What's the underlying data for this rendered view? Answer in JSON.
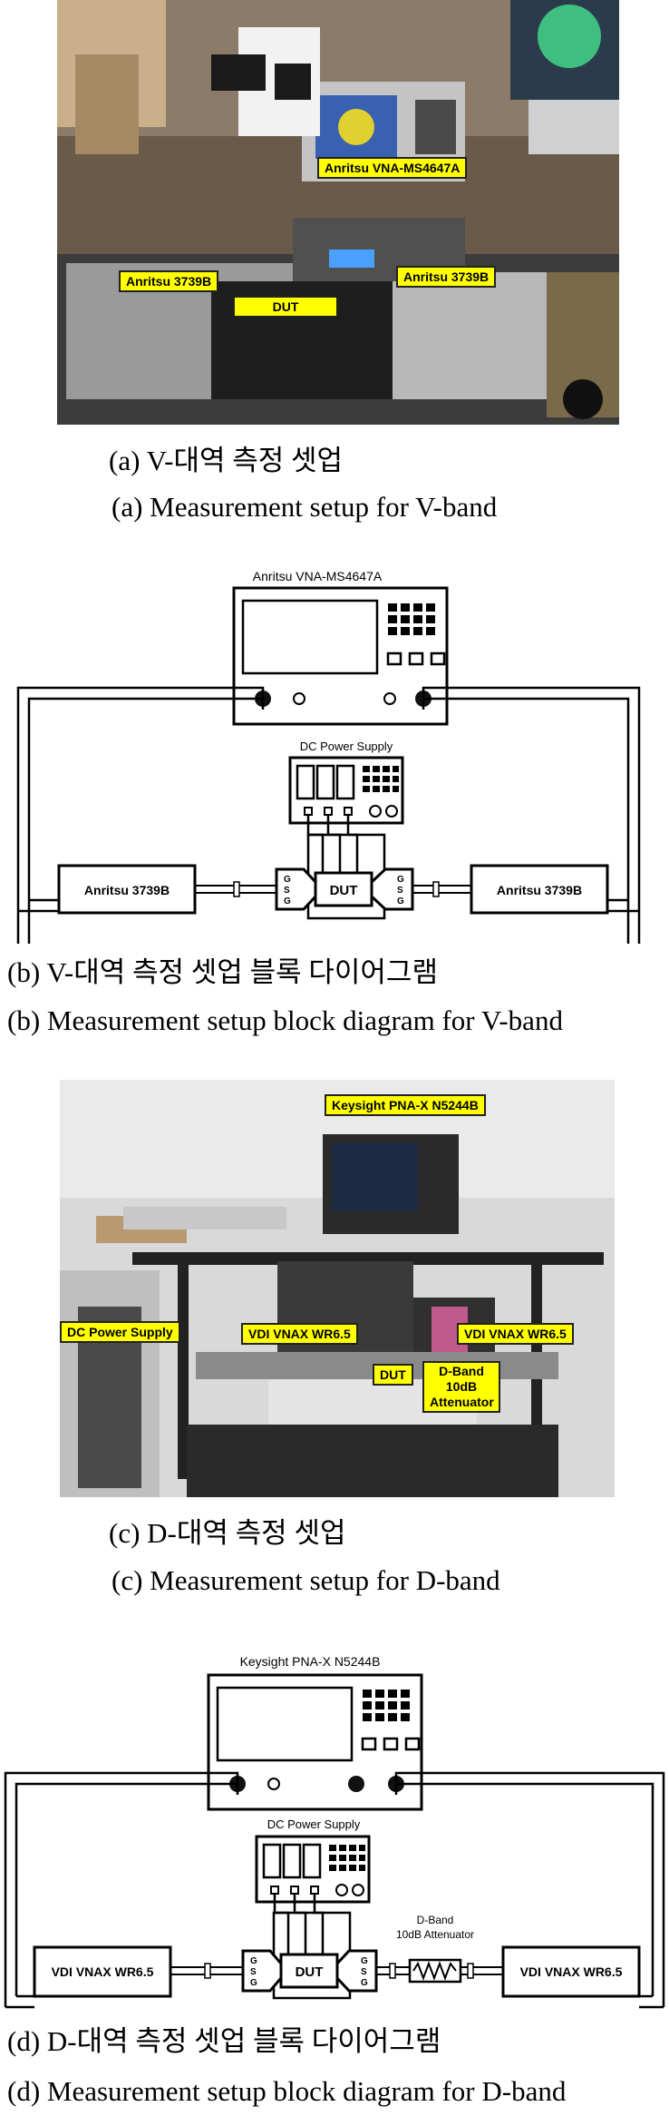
{
  "figure_a": {
    "caption_ko": "(a) V-대역 측정 셋업",
    "caption_en": "(a) Measurement setup for V-band",
    "labels": {
      "vna": "Anritsu VNA-MS4647A",
      "left_head": "Anritsu 3739B",
      "right_head": "Anritsu 3739B",
      "dut": "DUT"
    }
  },
  "figure_b": {
    "caption_ko": "(b) V-대역 측정 셋업 블록 다이어그램",
    "caption_en": "(b) Measurement setup block diagram for V-band",
    "vna_label": "Anritsu VNA-MS4647A",
    "dc_label": "DC Power Supply",
    "left_box": "Anritsu 3739B",
    "right_box": "Anritsu 3739B",
    "dut": "DUT",
    "probe_g": "G",
    "probe_s": "S"
  },
  "figure_c": {
    "caption_ko": "(c) D-대역 측정 셋업",
    "caption_en": "(c) Measurement setup for D-band",
    "labels": {
      "pna": "Keysight PNA-X N5244B",
      "dc": "DC Power Supply",
      "left_ext": "VDI VNAX WR6.5",
      "right_ext": "VDI VNAX WR6.5",
      "dut": "DUT",
      "att_1": "D-Band",
      "att_2": "10dB",
      "att_3": "Attenuator"
    }
  },
  "figure_d": {
    "caption_ko": "(d) D-대역 측정 셋업 블록 다이어그램",
    "caption_en": "(d) Measurement setup block diagram for D-band",
    "pna_label": "Keysight PNA-X N5244B",
    "dc_label": "DC Power Supply",
    "left_box": "VDI VNAX WR6.5",
    "right_box": "VDI VNAX WR6.5",
    "dut": "DUT",
    "att_line1": "D-Band",
    "att_line2": "10dB Attenuator",
    "probe_g": "G",
    "probe_s": "S"
  }
}
